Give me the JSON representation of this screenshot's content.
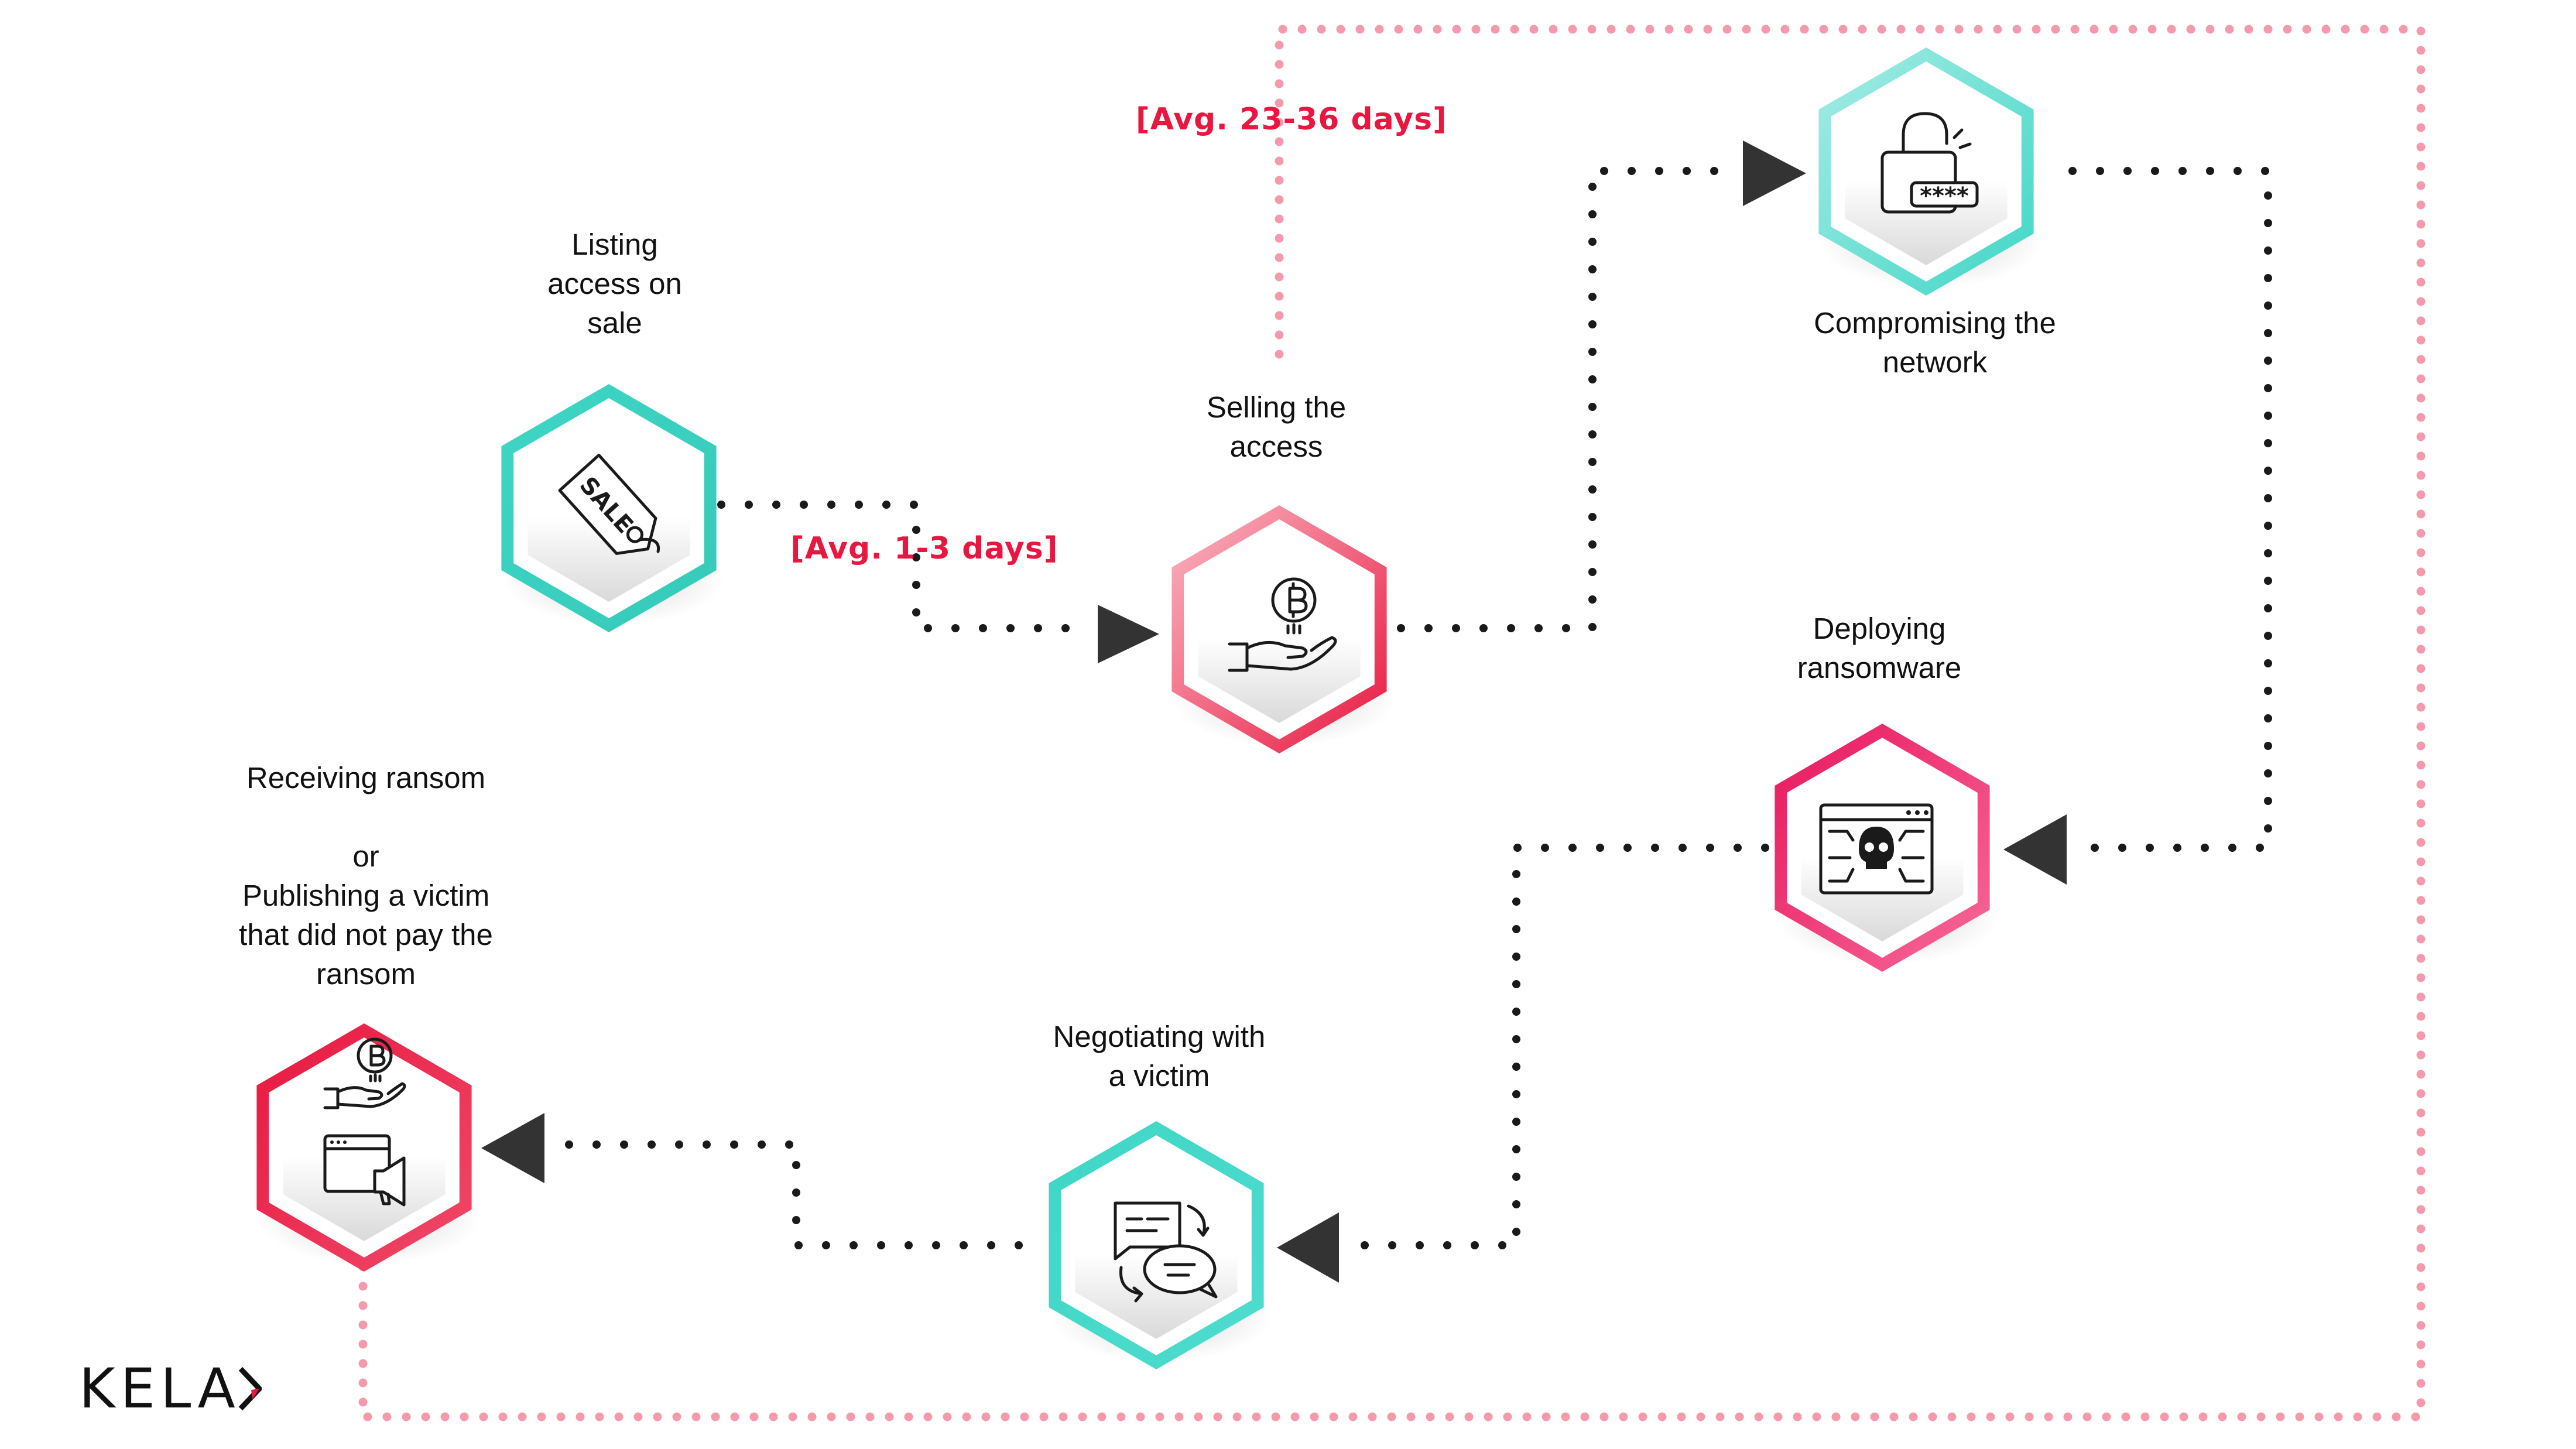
{
  "colors": {
    "teal": "#3fd6c6",
    "pink": "#f4879c",
    "red": "#e8173f",
    "magenta": "#ee2c72",
    "dots": "#1a1a1a",
    "loop": "#f49aac",
    "duration_text": "#e8173f"
  },
  "steps": [
    {
      "id": "listing",
      "label": "Listing\naccess on\nsale",
      "icon": "sale-tag-icon"
    },
    {
      "id": "selling",
      "label": "Selling the\naccess",
      "icon": "bitcoin-hand-icon"
    },
    {
      "id": "compromising",
      "label": "Compromising the\nnetwork",
      "icon": "padlock-password-icon"
    },
    {
      "id": "deploying",
      "label": "Deploying\nransomware",
      "icon": "skull-browser-icon"
    },
    {
      "id": "negotiating",
      "label": "Negotiating with\na victim",
      "icon": "chat-bubbles-icon"
    },
    {
      "id": "receiving",
      "label": "Receiving ransom\n\nor\nPublishing a victim\nthat did not pay the\nransom",
      "icon": "bitcoin-hand-and-megaphone-icon"
    }
  ],
  "durations": {
    "listing_to_selling": "[Avg. 1-3 days]",
    "selling_to_end": "[Avg. 23-36 days]"
  },
  "brand": {
    "name": "KELA"
  }
}
